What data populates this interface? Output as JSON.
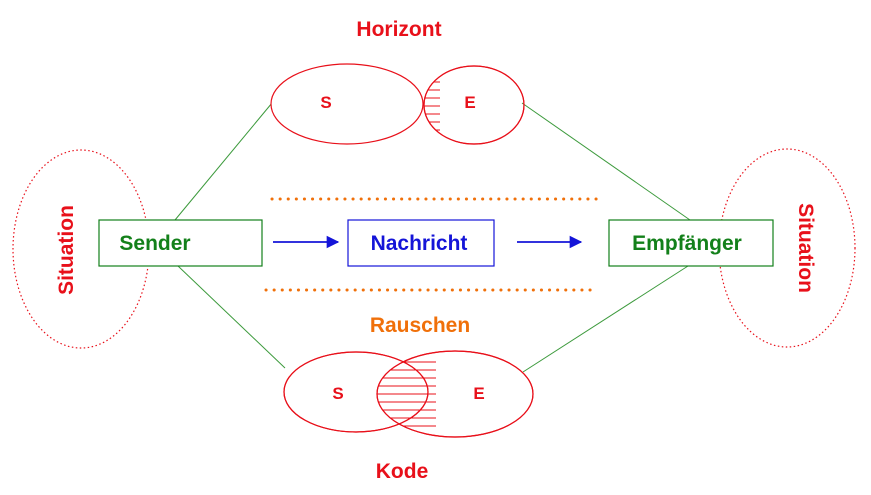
{
  "labels": {
    "horizont": "Horizont",
    "kode": "Kode",
    "rauschen": "Rauschen",
    "situation_left": "Situation",
    "situation_right": "Situation",
    "sender": "Sender",
    "nachricht": "Nachricht",
    "empfaenger": "Empfänger",
    "horizont_s": "S",
    "horizont_e": "E",
    "kode_s": "S",
    "kode_e": "E"
  },
  "colors": {
    "red": "#e8101a",
    "green": "#13801a",
    "blue": "#1414d8",
    "orange": "#f0700a",
    "line_green": "#3c9a3c"
  }
}
